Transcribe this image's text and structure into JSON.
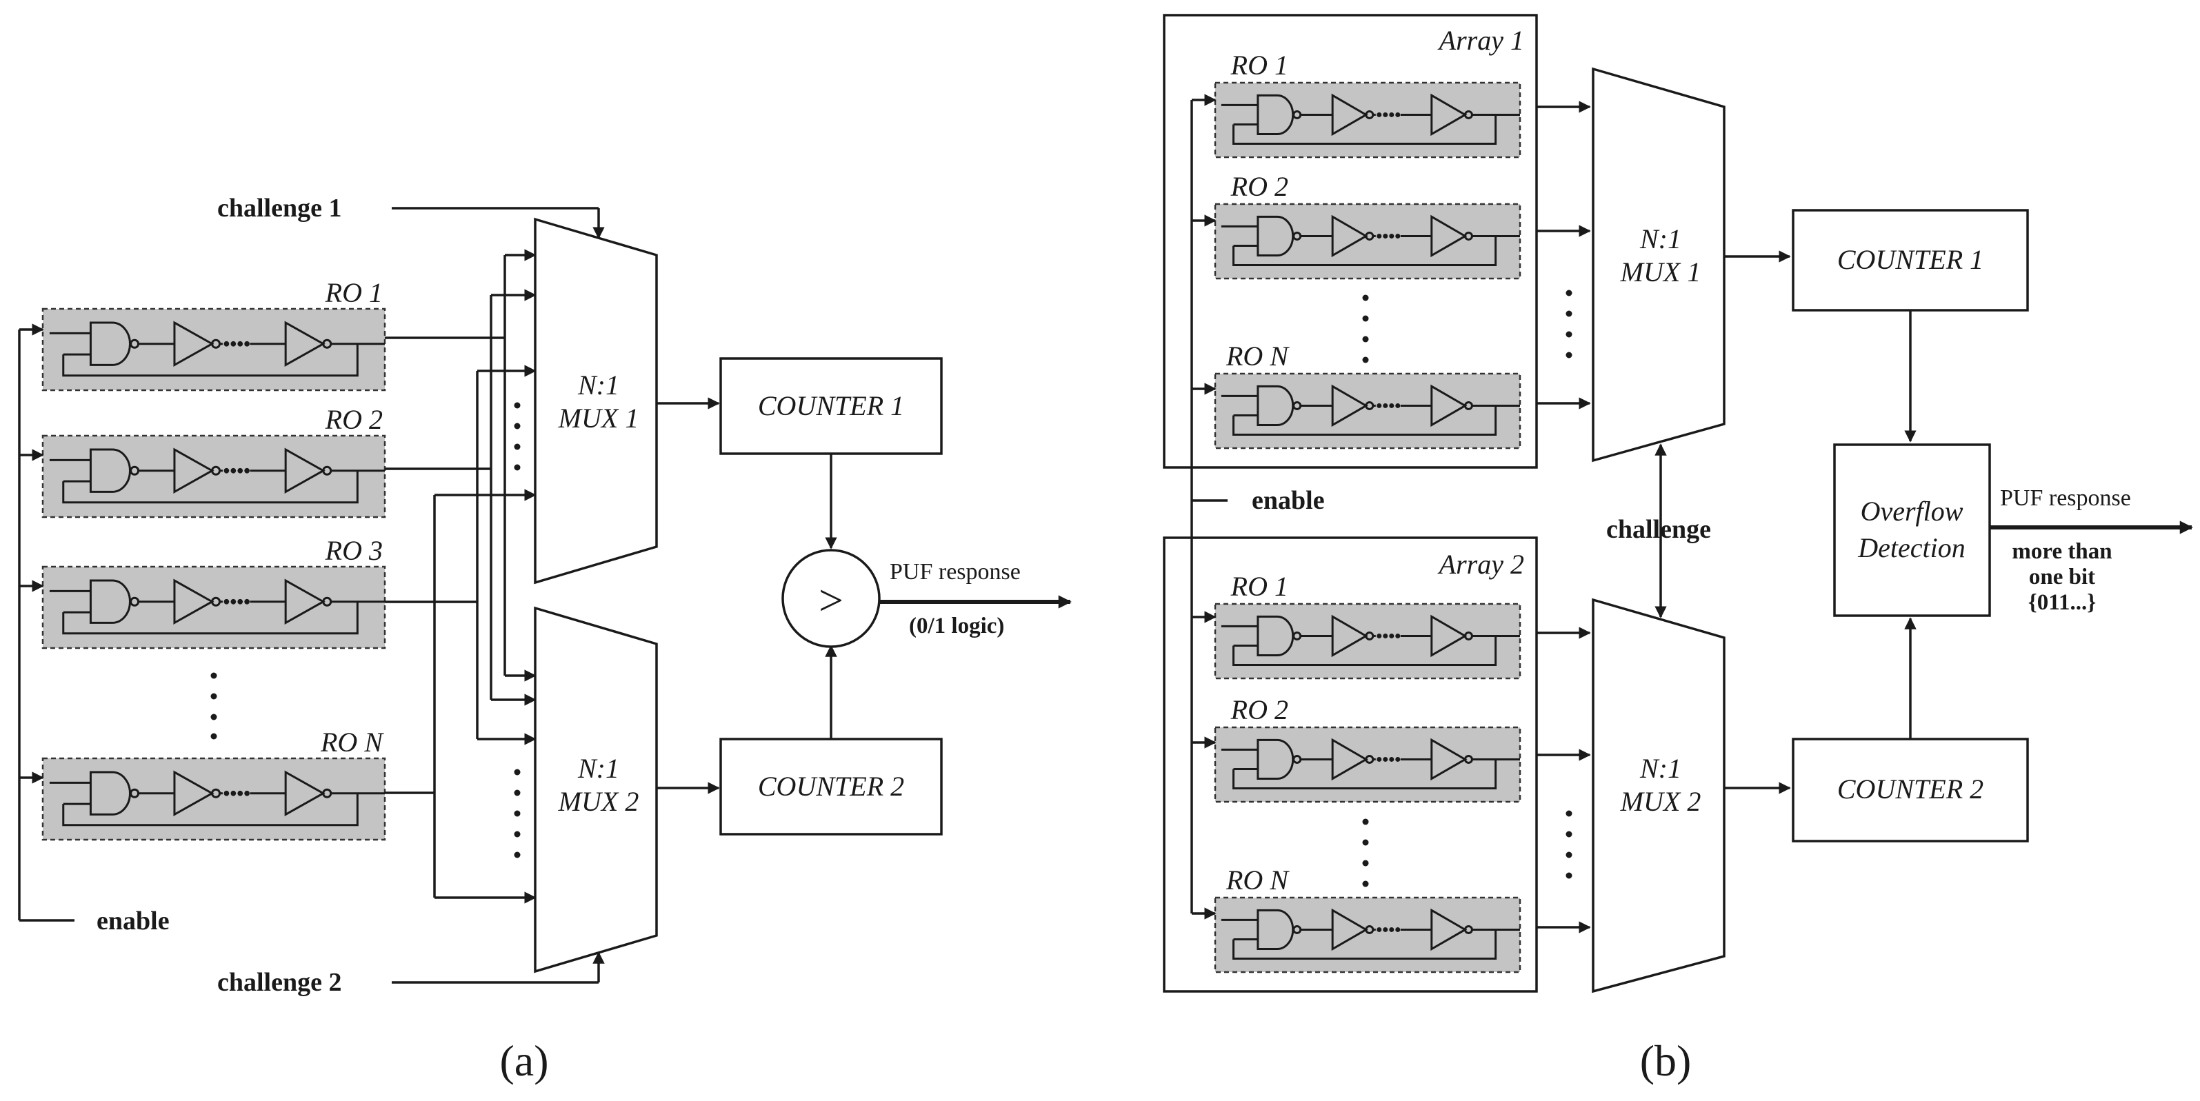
{
  "diagram_a": {
    "caption": "(a)",
    "ro_labels": [
      "RO 1",
      "RO 2",
      "RO 3",
      "RO N"
    ],
    "mux1_line1": "N:1",
    "mux1_line2": "MUX 1",
    "mux2_line1": "N:1",
    "mux2_line2": "MUX 2",
    "counter1": "COUNTER 1",
    "counter2": "COUNTER 2",
    "comparator_symbol": ">",
    "response_label": "PUF response",
    "response_value": "(0/1 logic)",
    "challenge1": "challenge 1",
    "challenge2": "challenge 2",
    "enable": "enable"
  },
  "diagram_b": {
    "caption": "(b)",
    "array1": "Array 1",
    "array2": "Array 2",
    "array1_ro_labels": [
      "RO 1",
      "RO 2",
      "RO N"
    ],
    "array2_ro_labels": [
      "RO 1",
      "RO 2",
      "RO N"
    ],
    "mux1_line1": "N:1",
    "mux1_line2": "MUX 1",
    "mux2_line1": "N:1",
    "mux2_line2": "MUX 2",
    "counter1": "COUNTER 1",
    "counter2": "COUNTER 2",
    "overflow_line1": "Overflow",
    "overflow_line2": "Detection",
    "response_label": "PUF response",
    "response_line1": "more than",
    "response_line2": "one bit",
    "response_line3": "{011...}",
    "challenge": "challenge",
    "enable": "enable"
  }
}
